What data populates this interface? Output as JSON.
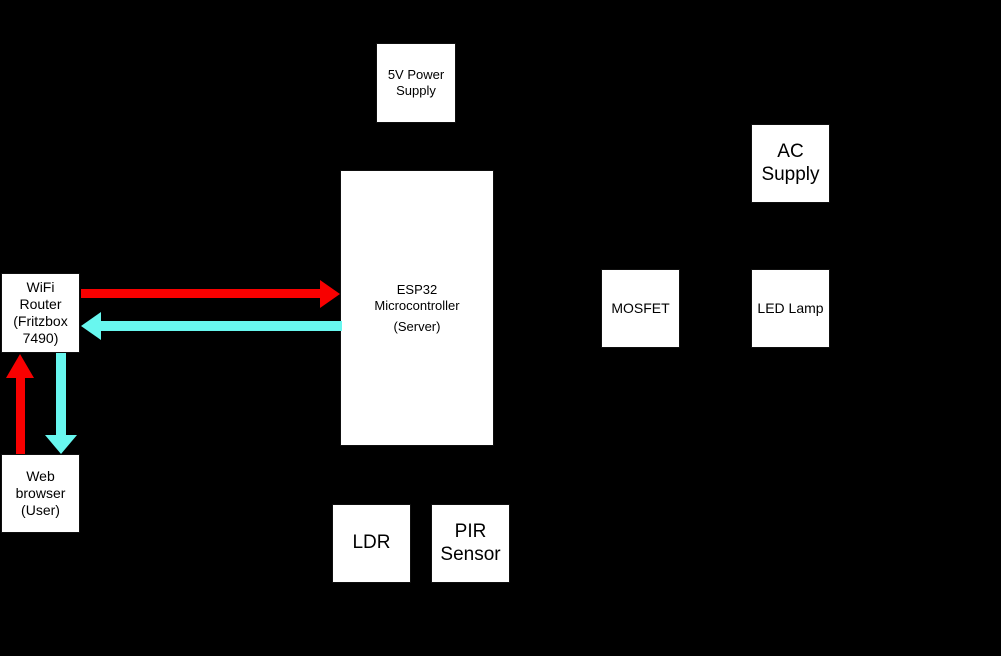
{
  "colors": {
    "background": "#000000",
    "box-bg": "#ffffff",
    "box-border": "#0f0f0f",
    "box-text": "#000000",
    "arrow-red": "#f80000",
    "arrow-cyan": "#68f7ef"
  },
  "blocks": {
    "power_supply_5v": {
      "label": "5V Power\nSupply"
    },
    "ac_supply": {
      "label": "AC\nSupply"
    },
    "esp32": {
      "label": "ESP32\nMicrocontroller",
      "sublabel": "(Server)"
    },
    "wifi_router": {
      "label": "WiFi\nRouter\n(Fritzbox\n7490)"
    },
    "mosfet": {
      "label": "MOSFET"
    },
    "led_lamp": {
      "label": "LED Lamp"
    },
    "web_browser": {
      "label": "Web\nbrowser\n(User)"
    },
    "ldr": {
      "label": "LDR"
    },
    "pir_sensor": {
      "label": "PIR\nSensor"
    }
  },
  "arrows": [
    {
      "name": "wifi-router-to-esp32",
      "color": "red",
      "direction": "right"
    },
    {
      "name": "esp32-to-wifi-router",
      "color": "cyan",
      "direction": "left"
    },
    {
      "name": "web-browser-to-wifi-router",
      "color": "red",
      "direction": "up"
    },
    {
      "name": "wifi-router-to-web-browser",
      "color": "cyan",
      "direction": "down"
    }
  ]
}
